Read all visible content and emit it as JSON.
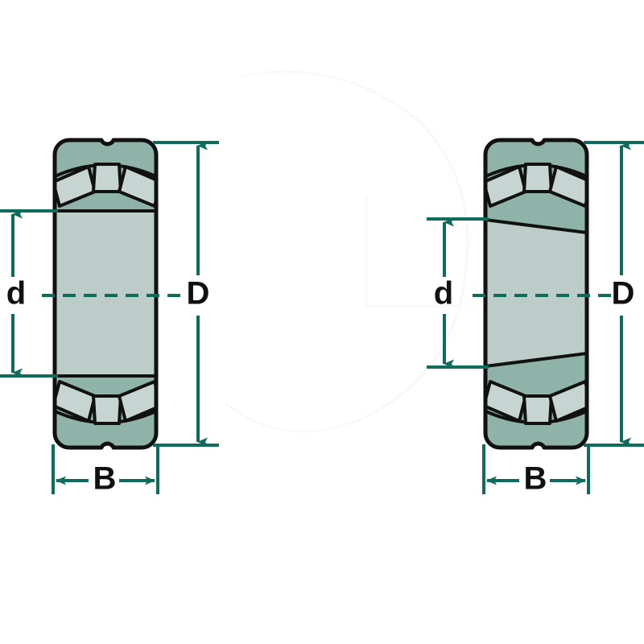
{
  "drawing": {
    "title": "Spherical roller bearing dimension diagram",
    "background_color": "#ffffff",
    "dimension_line_color": "#0f6b5c",
    "outline_color": "#111111",
    "outer_ring_fill": "#8fb3a9",
    "inner_ring_fill": "#bcccc8",
    "roller_fill": "#c7d5d2",
    "label_color": "#111111"
  },
  "views": [
    {
      "id": "cylindrical-bore",
      "name": "Spherical roller bearing with cylindrical bore",
      "bore_type": "cylindrical",
      "dimensions": {
        "bore_diameter": {
          "symbol": "d",
          "name": "bore-diameter"
        },
        "outside_diameter": {
          "symbol": "D",
          "name": "outside-diameter"
        },
        "width": {
          "symbol": "B",
          "name": "bearing-width"
        }
      }
    },
    {
      "id": "tapered-bore",
      "name": "Spherical roller bearing with tapered bore",
      "bore_type": "tapered",
      "dimensions": {
        "bore_diameter": {
          "symbol": "d",
          "name": "bore-diameter"
        },
        "outside_diameter": {
          "symbol": "D",
          "name": "outside-diameter"
        },
        "width": {
          "symbol": "B",
          "name": "bearing-width"
        }
      }
    }
  ],
  "labels": {
    "left_d": "d",
    "left_D": "D",
    "left_B": "B",
    "right_d": "d",
    "right_D": "D",
    "right_B": "B"
  }
}
